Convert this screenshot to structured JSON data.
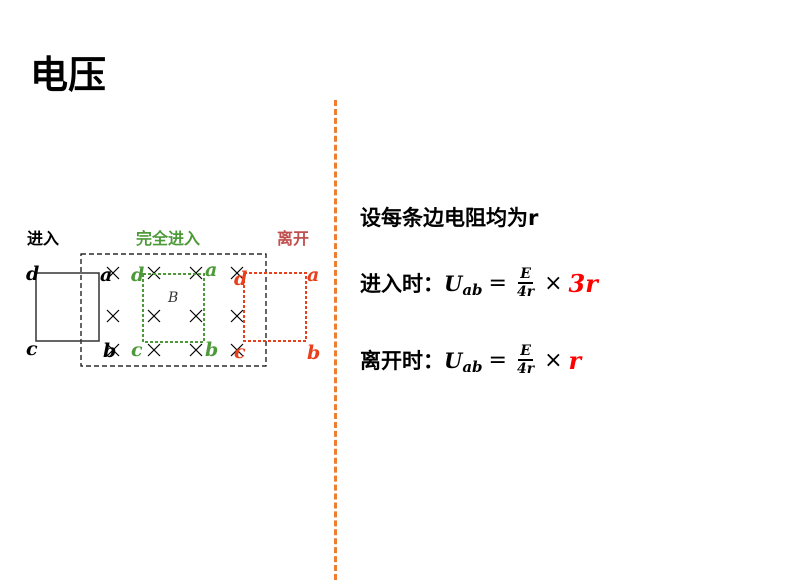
{
  "title": "电压",
  "diagram": {
    "stage_labels": {
      "enter": "进入",
      "full": "完全进入",
      "leave": "离开"
    },
    "field_label": "B",
    "corners": {
      "a": "a",
      "b": "b",
      "c": "c",
      "d": "d"
    },
    "colors": {
      "enter": "#000000",
      "full": "#4e9a3a",
      "leave": "#e8401c",
      "leave_title": "#c0504d"
    }
  },
  "notes": {
    "assumption": "设每条边电阻均为r",
    "entering": {
      "label": "进入时：",
      "U": "U",
      "sub": "ab",
      "eq": "=",
      "num": "E",
      "den": "4r",
      "times": "×",
      "result": "3r"
    },
    "leaving": {
      "label": "离开时：",
      "U": "U",
      "sub": "ab",
      "eq": "=",
      "num": "E",
      "den": "4r",
      "times": "×",
      "result": "r"
    }
  }
}
